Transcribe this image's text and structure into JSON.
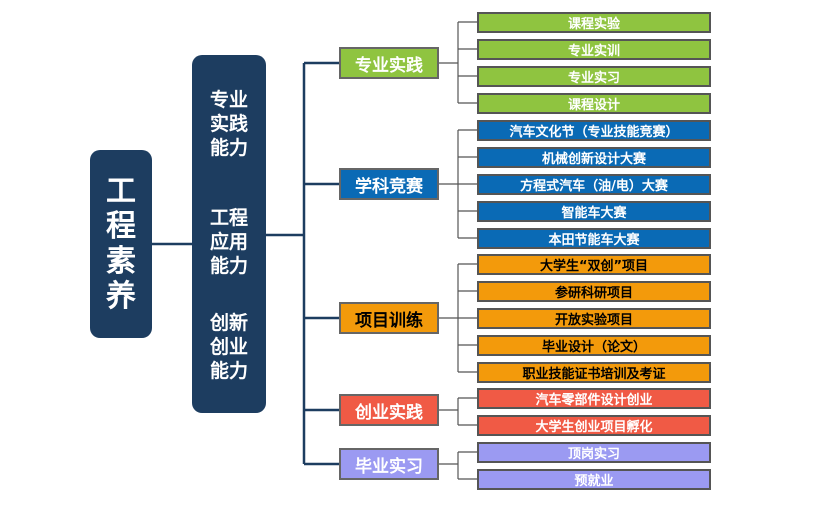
{
  "root": {
    "chars": [
      "工",
      "程",
      "素",
      "养"
    ]
  },
  "middle": {
    "groups": [
      {
        "lines": [
          "专业",
          "实践",
          "能力"
        ]
      },
      {
        "lines": [
          "工程",
          "应用",
          "能力"
        ]
      },
      {
        "lines": [
          "创新",
          "创业",
          "能力"
        ]
      }
    ]
  },
  "categories": [
    {
      "label": "专业实践",
      "color": "#8fc440",
      "text_color": "#ffffff",
      "items": [
        "课程实验",
        "专业实训",
        "专业实习",
        "课程设计"
      ]
    },
    {
      "label": "学科竞赛",
      "color": "#0a6ab5",
      "text_color": "#ffffff",
      "items": [
        "汽车文化节（专业技能竞赛）",
        "机械创新设计大赛",
        "方程式汽车（油/电）大赛",
        "智能车大赛",
        "本田节能车大赛"
      ]
    },
    {
      "label": "项目训练",
      "color": "#f39a0b",
      "text_color": "#000000",
      "items": [
        "大学生“双创”项目",
        "参研科研项目",
        "开放实验项目",
        "毕业设计（论文）",
        "职业技能证书培训及考证"
      ]
    },
    {
      "label": "创业实践",
      "color": "#f05a45",
      "text_color": "#ffffff",
      "items": [
        "汽车零部件设计创业",
        "大学生创业项目孵化"
      ]
    },
    {
      "label": "毕业实习",
      "color": "#9b9af2",
      "text_color": "#ffffff",
      "items": [
        "顶岗实习",
        "预就业"
      ]
    }
  ],
  "colors": {
    "node_dark": "#1d3d60",
    "connector": "#1d3d60"
  }
}
